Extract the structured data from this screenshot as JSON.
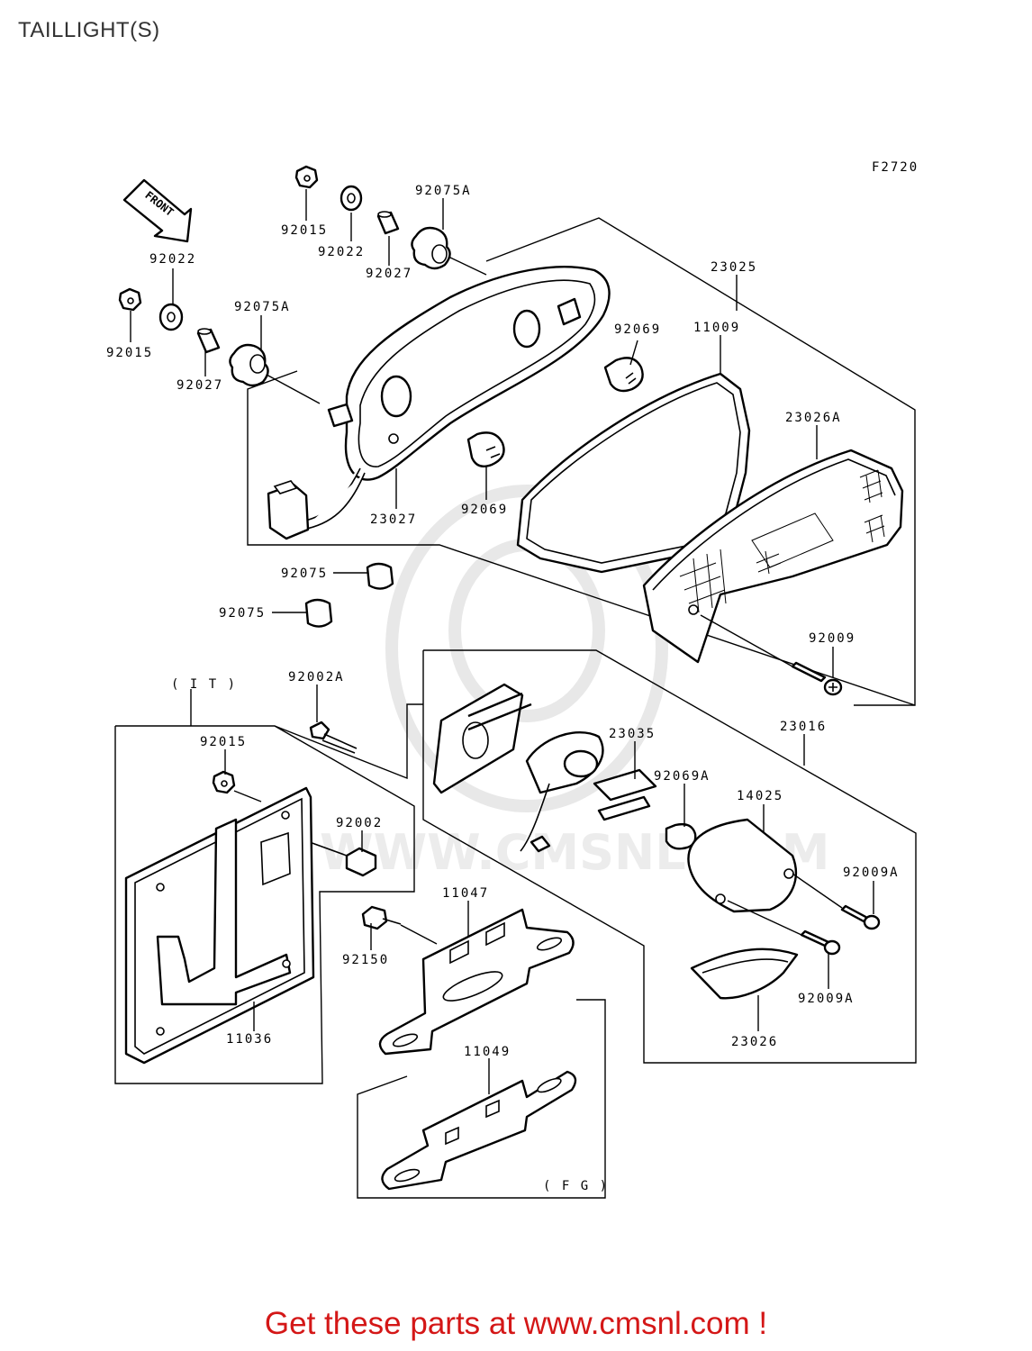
{
  "title": "TAILLIGHT(S)",
  "figure_code": "F2720",
  "front_arrow_label": "FRONT",
  "watermark": "WWW.CMSNL.COM",
  "footer": "Get these parts at www.cmsnl.com !",
  "labels": {
    "p92075A_top": "92075A",
    "p92015_top": "92015",
    "p92022_top": "92022",
    "p92027_top": "92027",
    "p92022_left": "92022",
    "p92015_left": "92015",
    "p92075A_left": "92075A",
    "p92027_left": "92027",
    "p23025": "23025",
    "p11009": "11009",
    "p92069_right": "92069",
    "p23026A": "23026A",
    "p23027": "23027",
    "p92069_mid": "92069",
    "p92075_a": "92075",
    "p92075_b": "92075",
    "p92009": "92009",
    "p92002A": "92002A",
    "p23016": "23016",
    "p23035": "23035",
    "p92069A": "92069A",
    "p14025": "14025",
    "p92009A_a": "92009A",
    "p92009A_b": "92009A",
    "p23026": "23026",
    "p92015_it": "92015",
    "p92002": "92002",
    "p11047": "11047",
    "p92150": "92150",
    "p11036": "11036",
    "p11049": "11049",
    "region_it": "( I T )",
    "region_fg": "( F G )"
  }
}
